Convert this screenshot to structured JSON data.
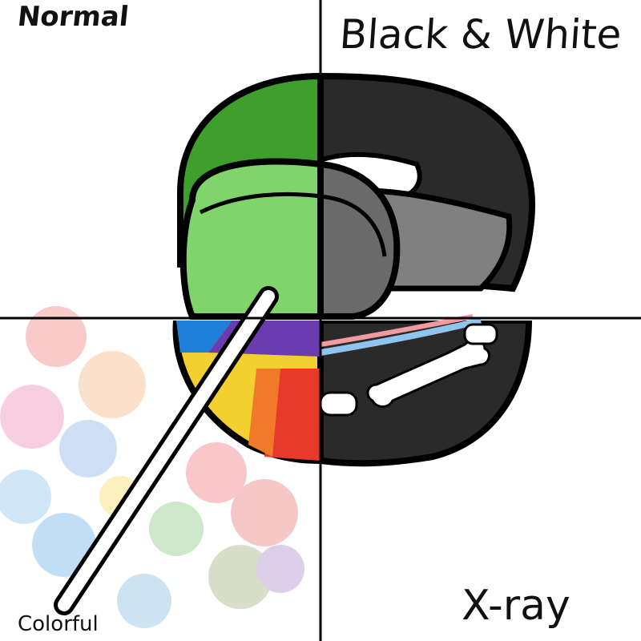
{
  "labels": {
    "normal": "Normal",
    "black_white": "Black & White",
    "colorful": "Colorful",
    "xray": "X-ray"
  },
  "colors": {
    "lip_dark_green": "#3e9f2c",
    "lip_light_green": "#7fd56b",
    "lip_black": "#2a2a2a",
    "candy_gray": "#6a6a6a",
    "tongue_gray": "#808080",
    "rainbow": [
      "#1e7fd8",
      "#6a3cb0",
      "#f2d030",
      "#e83a2a"
    ],
    "bone": "#ffffff",
    "divider": "#000000",
    "background": "#ffffff"
  },
  "icons": [
    "lips-icon",
    "lollipop-icon",
    "bone-icon",
    "paint-splatter-icon",
    "quadrant-divider-icon"
  ]
}
